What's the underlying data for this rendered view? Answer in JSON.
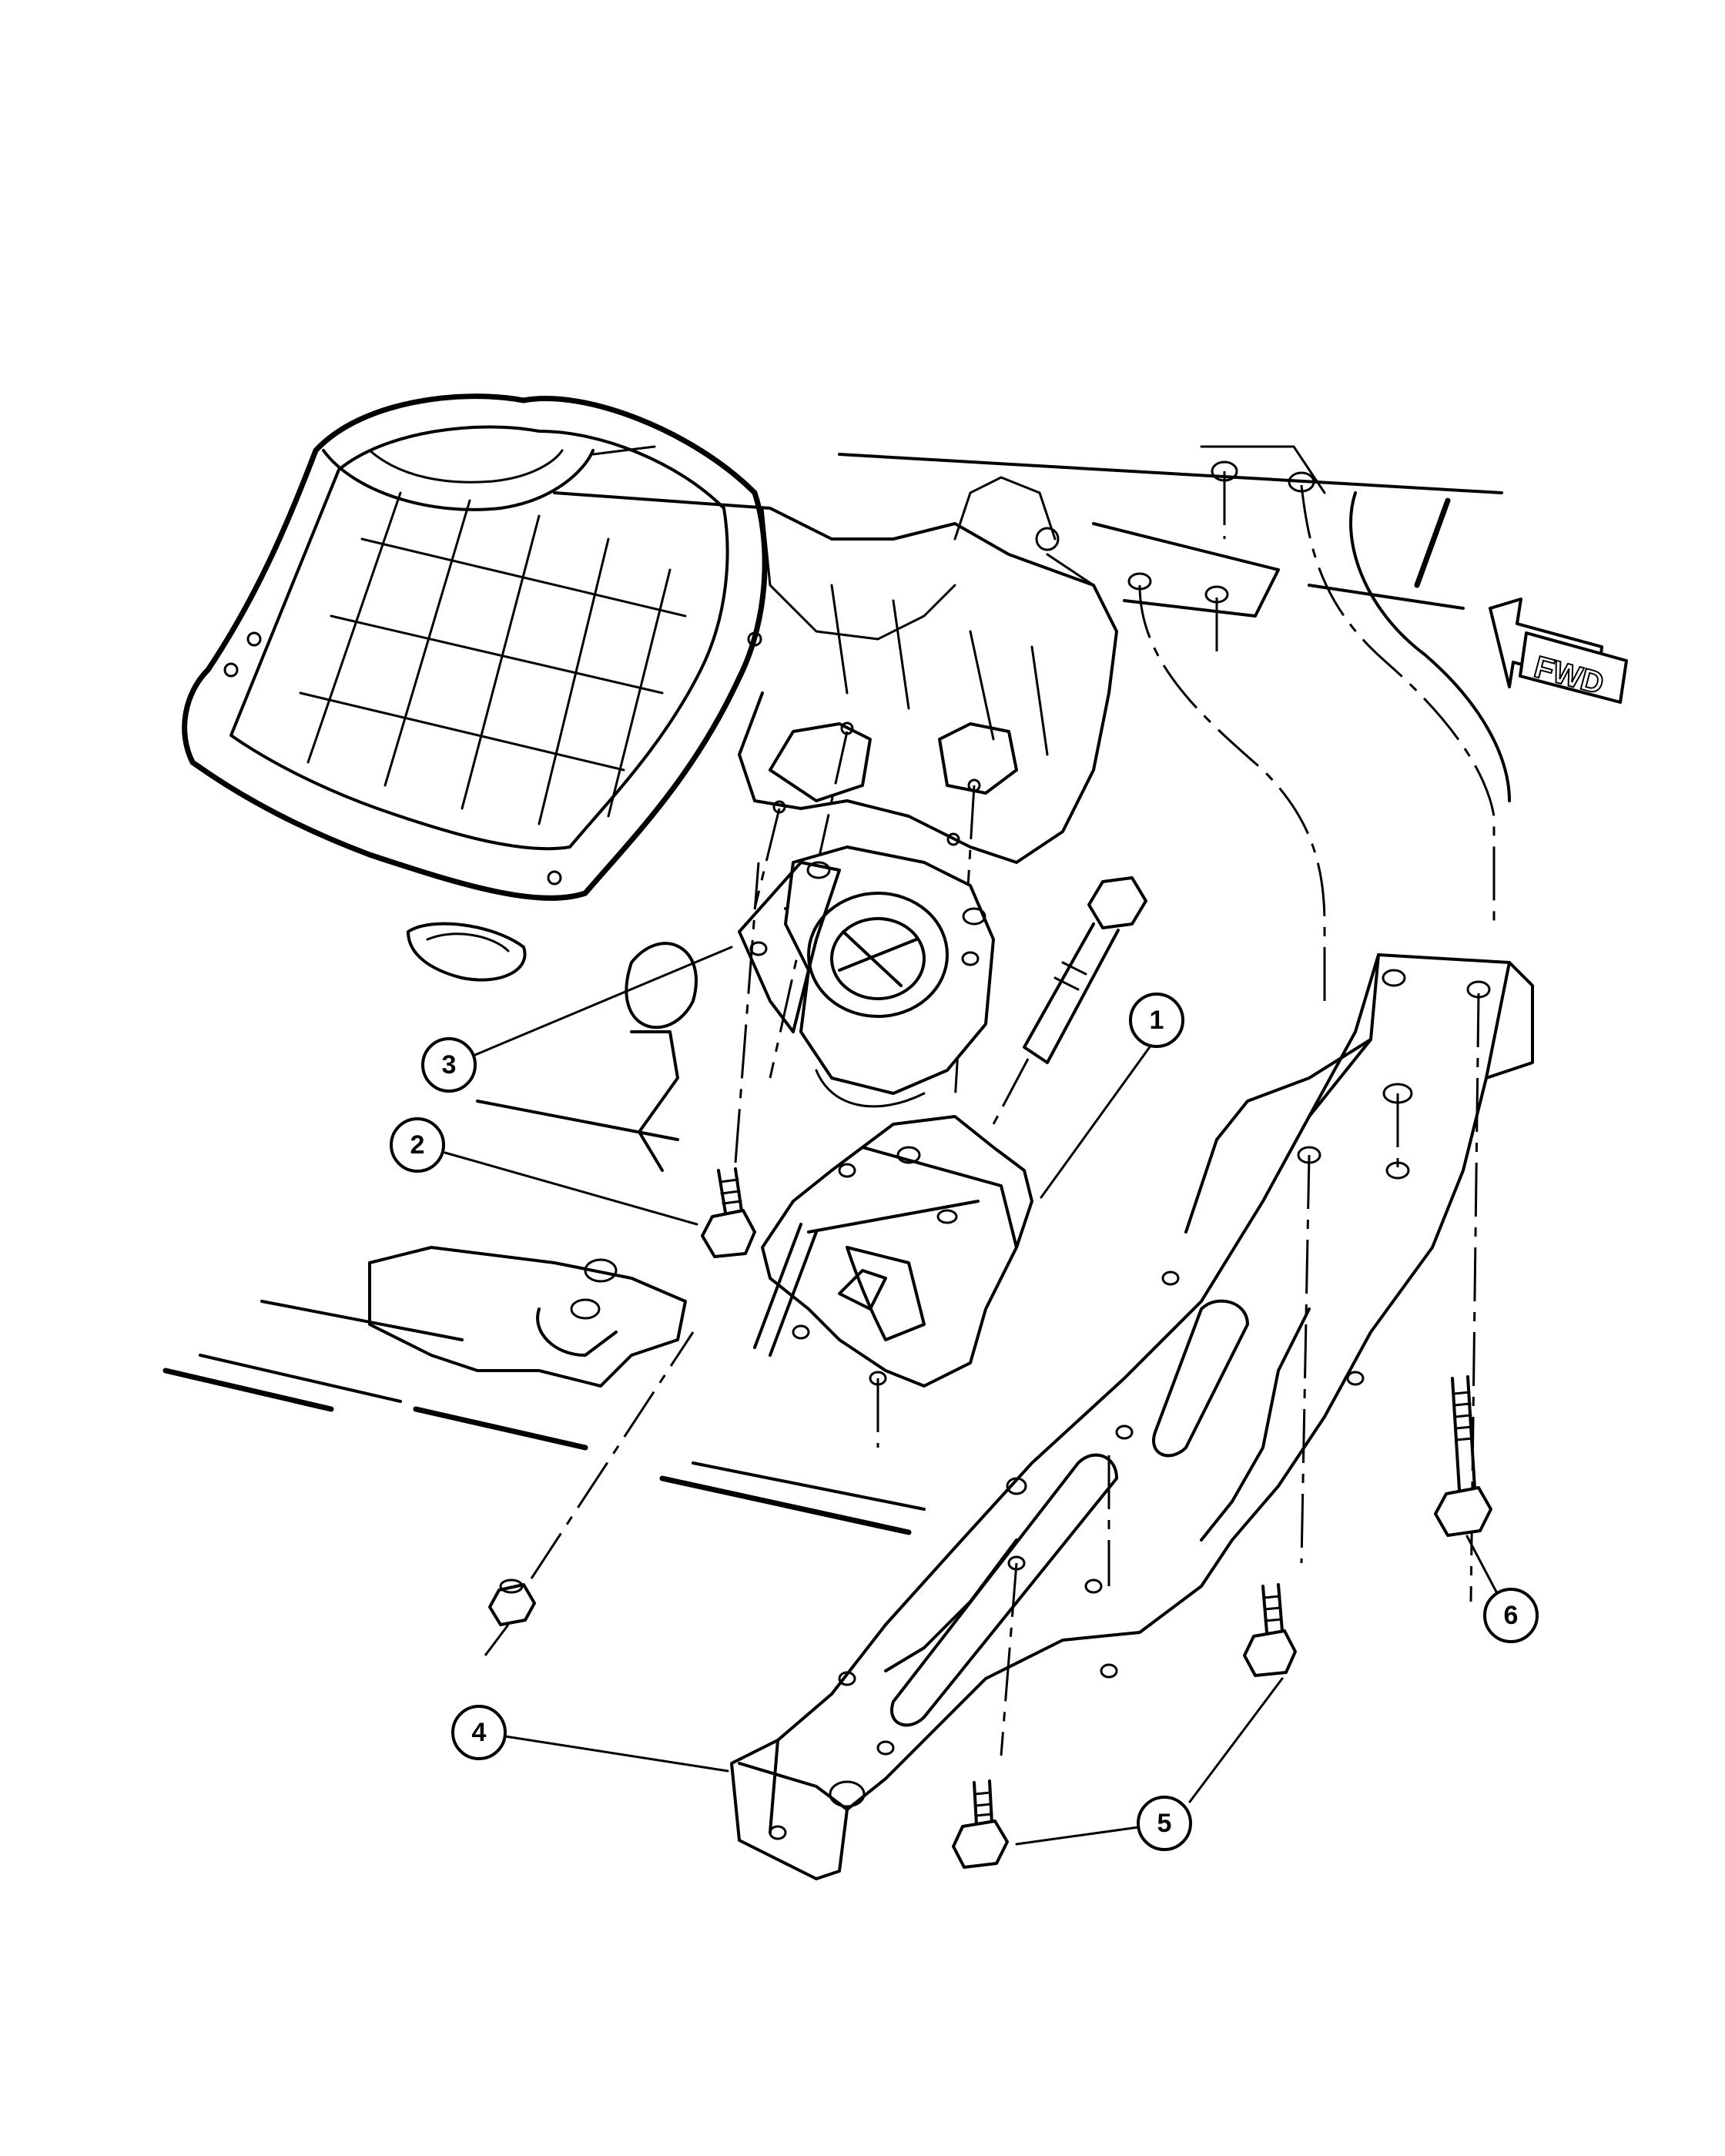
{
  "callouts": [
    {
      "id": "callout-1",
      "label": "1"
    },
    {
      "id": "callout-2",
      "label": "2"
    },
    {
      "id": "callout-3",
      "label": "3"
    },
    {
      "id": "callout-4",
      "label": "4"
    },
    {
      "id": "callout-5",
      "label": "5"
    },
    {
      "id": "callout-6",
      "label": "6"
    }
  ],
  "direction_arrow": {
    "label": "FWD"
  }
}
